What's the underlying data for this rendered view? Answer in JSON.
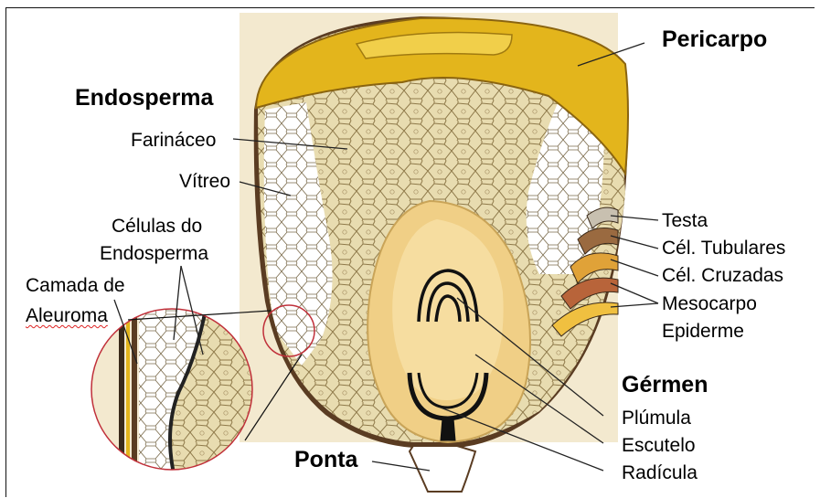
{
  "title_left": "Endosperma",
  "labels": {
    "pericarpo": "Pericarpo",
    "farinaceo": "Farináceo",
    "vitreo": "Vítreo",
    "celulas_line1": "Células do",
    "celulas_line2": "Endosperma",
    "camada_line1": "Camada de",
    "camada_line2": "Aleuroma",
    "testa": "Testa",
    "cel_tubulares": "Cél. Tubulares",
    "cel_cruzadas": "Cél. Cruzadas",
    "mesocarpo": "Mesocarpo",
    "epiderme": "Epiderme",
    "germen": "Gérmen",
    "plumula": "Plúmula",
    "escutelo": "Escutelo",
    "radicula": "Radícula",
    "ponta": "Ponta"
  },
  "colors": {
    "pericarp": "#e3b51c",
    "pericarp_dark": "#b8860b",
    "floury": "#e8dcb0",
    "cell_line": "#8f7a4a",
    "germ": "#f0cf86",
    "germ_inner": "#f6dda0",
    "dark_layer": "#3a2a1a",
    "callout": "#c0303a"
  }
}
